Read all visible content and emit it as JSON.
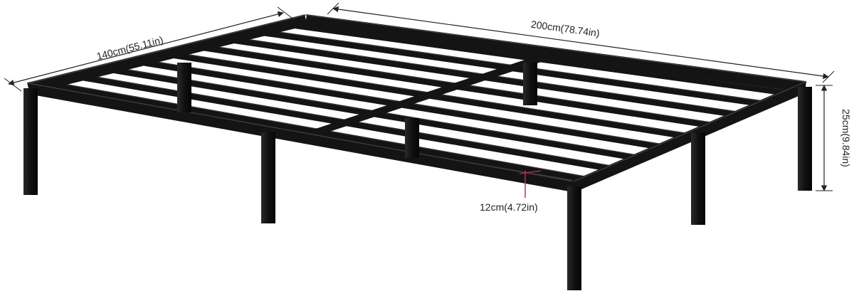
{
  "product": {
    "name": "bed-frame",
    "frame_color": "#141414",
    "accent_color": "#c0304a"
  },
  "dimensions": {
    "width_label": "140cm(55.11in)",
    "length_label": "200cm(78.74in)",
    "height_label": "25cm(9.84in)",
    "clearance_label": "12cm(4.72in)"
  }
}
